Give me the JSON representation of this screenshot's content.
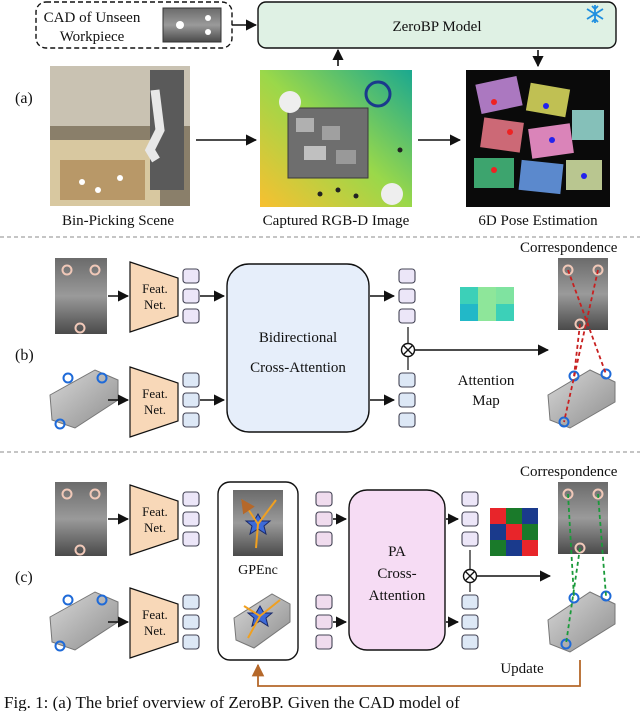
{
  "top": {
    "cad_box_line1": "CAD of Unseen",
    "cad_box_line2": "Workpiece",
    "model_label": "ZeroBP Model",
    "snow_icon": "snowflake-icon"
  },
  "panel_a": {
    "label": "(a)",
    "caption_scene": "Bin-Picking Scene",
    "caption_rgbd": "Captured RGB-D Image",
    "caption_pose": "6D Pose Estimation"
  },
  "panel_b": {
    "label": "(b)",
    "corr_title": "Correspondence",
    "feat_top_line1": "Feat.",
    "feat_top_line2": "Net.",
    "feat_bot_line1": "Feat.",
    "feat_bot_line2": "Net.",
    "attn_line1": "Bidirectional",
    "attn_line2": "Cross-Attention",
    "map_line1": "Attention",
    "map_line2": "Map",
    "attn_map_colors": [
      "#3cd0b8",
      "#8ee69a",
      "#7fe3a0",
      "#22b8c8",
      "#8ee69a",
      "#3cd0b8"
    ]
  },
  "panel_c": {
    "label": "(c)",
    "corr_title": "Correspondence",
    "feat_top_line1": "Feat.",
    "feat_top_line2": "Net.",
    "feat_bot_line1": "Feat.",
    "feat_bot_line2": "Net.",
    "gpenc_label": "GPEnc",
    "pa_line1": "PA",
    "pa_line2": "Cross-",
    "pa_line3": "Attention",
    "update_label": "Update",
    "pa_map_colors": [
      "#e8252a",
      "#1a7a2a",
      "#1a3a8c",
      "#1a3a8c",
      "#e8252a",
      "#1a7a2a",
      "#1a7a2a",
      "#1a3a8c",
      "#e8252a"
    ]
  },
  "caption_fragment": "Fig. 1: (a) The brief overview of ZeroBP. Given the CAD model of"
}
